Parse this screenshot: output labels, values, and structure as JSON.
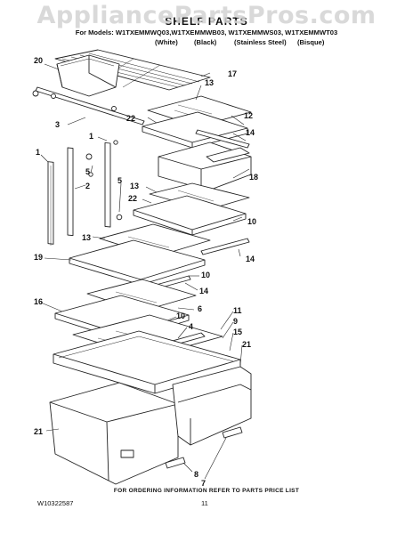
{
  "watermark": "AppliancePartsPros.com",
  "header": {
    "title": "SHELF PARTS",
    "models": "For Models: W1TXEMMWQ03,W1TXEMMWB03, W1TXEMMWS03, W1TXEMMWT03",
    "variants": [
      "(White)",
      "(Black)",
      "(Stainless Steel)",
      "(Bisque)"
    ]
  },
  "callouts": [
    "20",
    "17",
    "13",
    "3",
    "12",
    "22",
    "14",
    "1",
    "18",
    "5",
    "2",
    "1",
    "13",
    "22",
    "10",
    "5",
    "13",
    "19",
    "14",
    "10",
    "14",
    "16",
    "11",
    "10",
    "6",
    "9",
    "4",
    "15",
    "21",
    "21",
    "8",
    "7"
  ],
  "footer": {
    "note": "FOR ORDERING INFORMATION REFER TO PARTS PRICE LIST",
    "doc_id": "W10322587",
    "page": "11"
  },
  "colors": {
    "line": "#222222",
    "watermark": "#d2d2d2"
  }
}
